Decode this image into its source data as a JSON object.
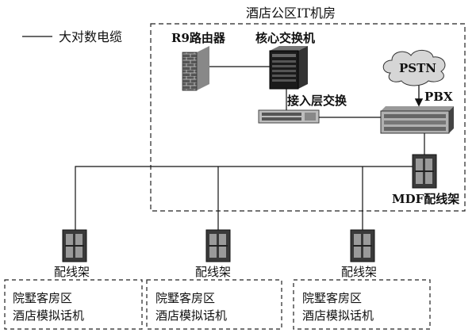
{
  "legend": {
    "label": "大对数电缆"
  },
  "it_room": {
    "title": "酒店公区IT机房"
  },
  "devices": {
    "router": "R9路由器",
    "core_switch": "核心交换机",
    "access_switch": "接入层交换",
    "pstn": "PSTN",
    "pbx": "PBX",
    "mdf": "MDF配线架"
  },
  "frames": [
    {
      "label": "配线架"
    },
    {
      "label": "配线架"
    },
    {
      "label": "配线架"
    }
  ],
  "areas": [
    {
      "line1": "院墅客房区",
      "line2": "酒店模拟话机"
    },
    {
      "line1": "院墅客房区",
      "line2": "酒店模拟话机"
    },
    {
      "line1": "院墅客房区",
      "line2": "酒店模拟话机"
    }
  ]
}
